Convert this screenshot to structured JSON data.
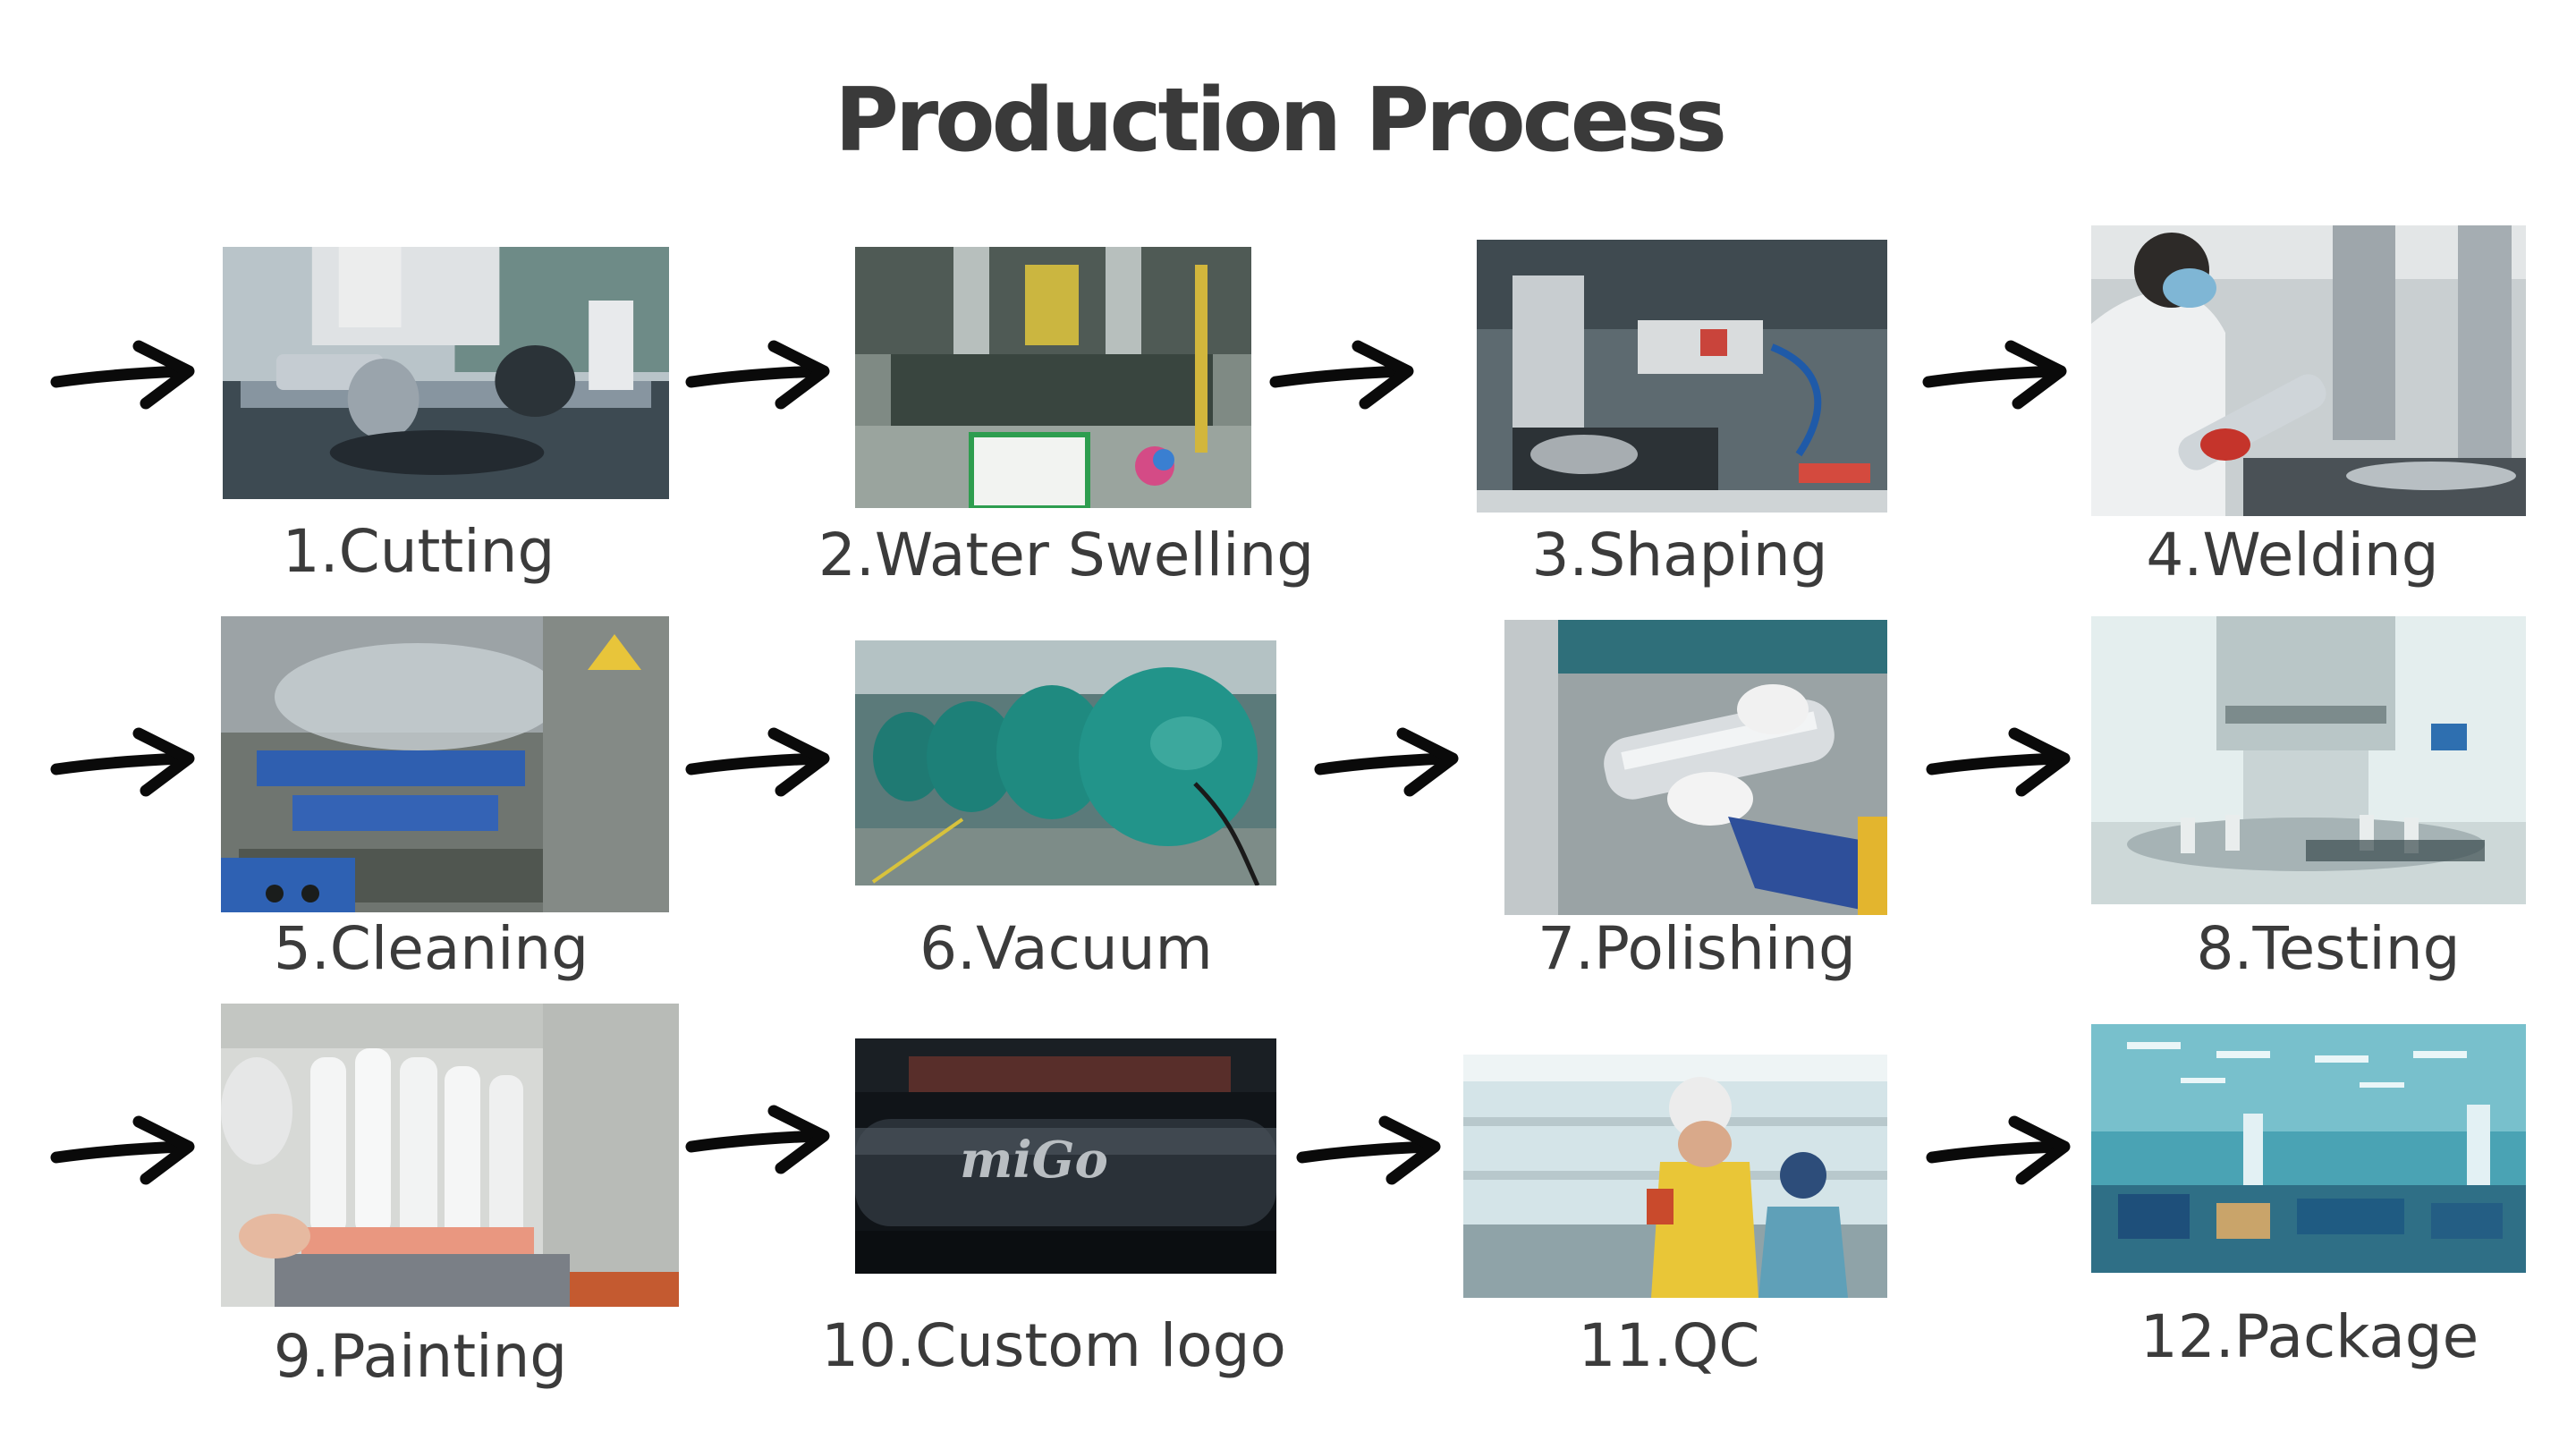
{
  "title": "Production Process",
  "steps": [
    {
      "label": "1.Cutting"
    },
    {
      "label": "2.Water Swelling"
    },
    {
      "label": "3.Shaping"
    },
    {
      "label": "4.Welding"
    },
    {
      "label": "5.Cleaning"
    },
    {
      "label": "6.Vacuum"
    },
    {
      "label": "7.Polishing"
    },
    {
      "label": "8.Testing"
    },
    {
      "label": "9.Painting"
    },
    {
      "label": "10.Custom logo"
    },
    {
      "label": "11.QC"
    },
    {
      "label": "12.Package"
    }
  ],
  "logo_text": "miGo",
  "colors": {
    "title": "#3a3a3a",
    "label": "#3b3b3b",
    "arrow": "#0a0a0a"
  }
}
